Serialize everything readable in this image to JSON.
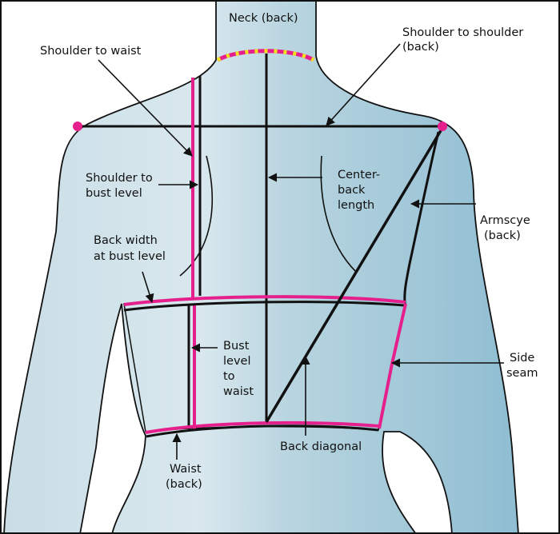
{
  "colors": {
    "body_fill_left": "#d9e8ee",
    "body_fill_mid": "#b5d3df",
    "body_fill_right": "#8fbdd2",
    "outline": "#111111",
    "measure_line": "#111111",
    "highlight": "#e5208c",
    "neck_dots": "#f2e21b",
    "frame": "#111111"
  },
  "labels": {
    "neck_back": "Neck (back)",
    "shoulder_to_shoulder_1": "Shoulder to shoulder",
    "shoulder_to_shoulder_2": "(back)",
    "shoulder_to_waist": "Shoulder to waist",
    "shoulder_to_bust_1": "Shoulder to",
    "shoulder_to_bust_2": "bust level",
    "center_back_1": "Center-",
    "center_back_2": "back",
    "center_back_3": "length",
    "armscye_1": "Armscye",
    "armscye_2": "(back)",
    "back_width_1": "Back width",
    "back_width_2": "at bust level",
    "bust_to_waist_1": "Bust",
    "bust_to_waist_2": "level",
    "bust_to_waist_3": "to",
    "bust_to_waist_4": "waist",
    "side_seam_1": "Side",
    "side_seam_2": "seam",
    "back_diagonal": "Back diagonal",
    "waist_back_1": "Waist",
    "waist_back_2": "(back)"
  }
}
